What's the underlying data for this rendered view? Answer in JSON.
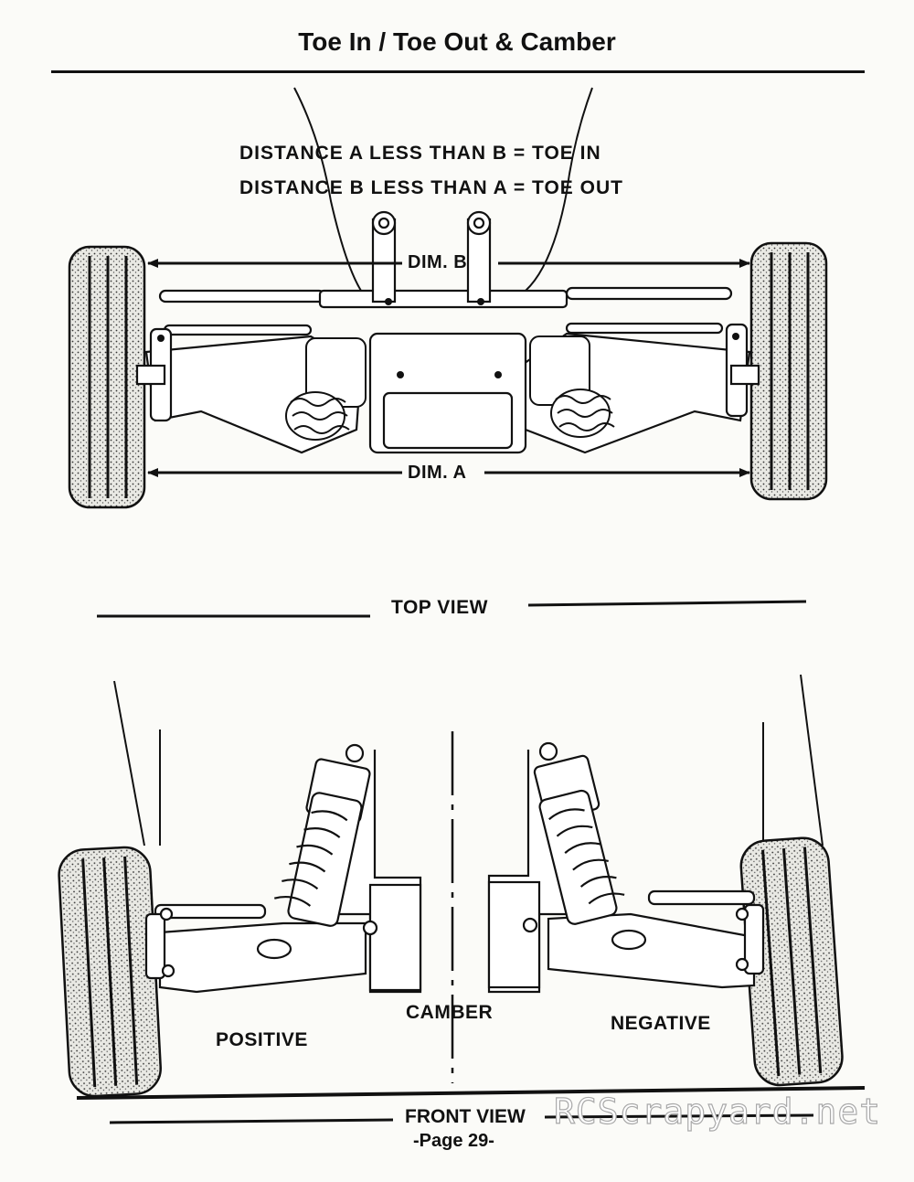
{
  "page": {
    "title": "Toe In / Toe Out & Camber",
    "page_number": "-Page 29-",
    "watermark": "RCScrapyard.net"
  },
  "top_view": {
    "rule1": "DISTANCE A LESS THAN B = TOE IN",
    "rule2": "DISTANCE B LESS THAN A = TOE OUT",
    "dim_b_label": "DIM. B",
    "dim_a_label": "DIM. A",
    "caption": "TOP VIEW"
  },
  "front_view": {
    "camber_label": "CAMBER",
    "positive_label": "POSITIVE",
    "negative_label": "NEGATIVE",
    "caption": "FRONT VIEW"
  }
}
